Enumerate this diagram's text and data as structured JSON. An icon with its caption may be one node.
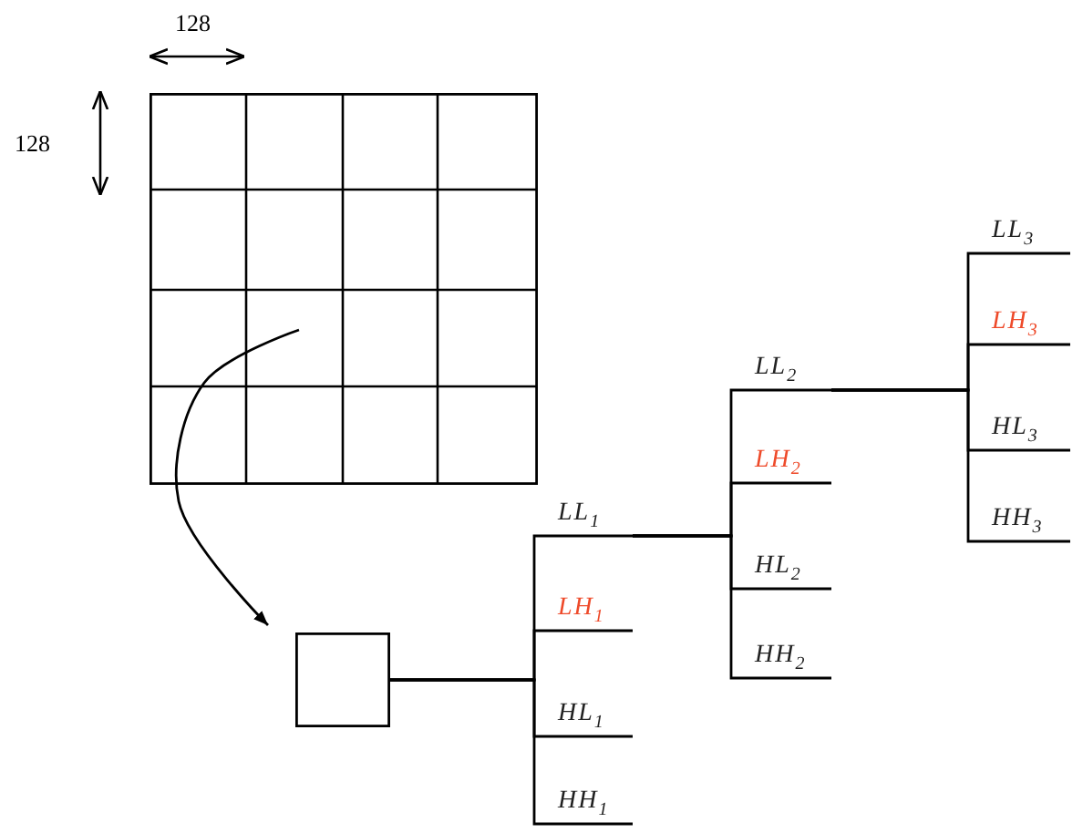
{
  "diagram": {
    "nodes": [
      {
        "text": [],
        "shape": "box"
      },
      {
        "text": [],
        "shape": "box"
      },
      {
        "text": [
          "LL$_{1}$"
        ]
      },
      {
        "text": [
          "LH$_{1}$"
        ]
      },
      {
        "text": [
          "HL$_{1}$"
        ]
      },
      {
        "text": [
          "HH$_{1}$"
        ]
      },
      {
        "text": [
          "LL$_{2}$"
        ]
      },
      {
        "text": [
          "LH$_{2}$"
        ]
      },
      {
        "text": [
          "HL$_{2}$"
        ]
      },
      {
        "text": [
          "HH$_{2}$"
        ]
      },
      {
        "text": [
          "LL$_{3}$"
        ]
      },
      {
        "text": [
          "LH$_{3}$"
        ]
      },
      {
        "text": [
          "HL$_{3}$"
        ]
      },
      {
        "text": [
          "HH$_{3}$"
        ]
      }
    ],
    "edges": [
      {
        "from": 0,
        "to": 1,
        "arrow": "to"
      },
      {
        "from": 1,
        "to": 2,
        "arrow": "none"
      },
      {
        "from": 1,
        "to": 3,
        "arrow": "none"
      },
      {
        "from": 1,
        "to": 4,
        "arrow": "none"
      },
      {
        "from": 1,
        "to": 5,
        "arrow": "none"
      },
      {
        "from": 2,
        "to": 6,
        "arrow": "none"
      },
      {
        "from": 2,
        "to": 7,
        "arrow": "none"
      },
      {
        "from": 2,
        "to": 8,
        "arrow": "none"
      },
      {
        "from": 2,
        "to": 9,
        "arrow": "none"
      },
      {
        "from": 6,
        "to": 10,
        "arrow": "none"
      },
      {
        "from": 6,
        "to": 11,
        "arrow": "none"
      },
      {
        "from": 6,
        "to": 12,
        "arrow": "none"
      },
      {
        "from": 6,
        "to": 13,
        "arrow": "none"
      }
    ],
    "labels": [
      "128",
      "128"
    ]
  }
}
